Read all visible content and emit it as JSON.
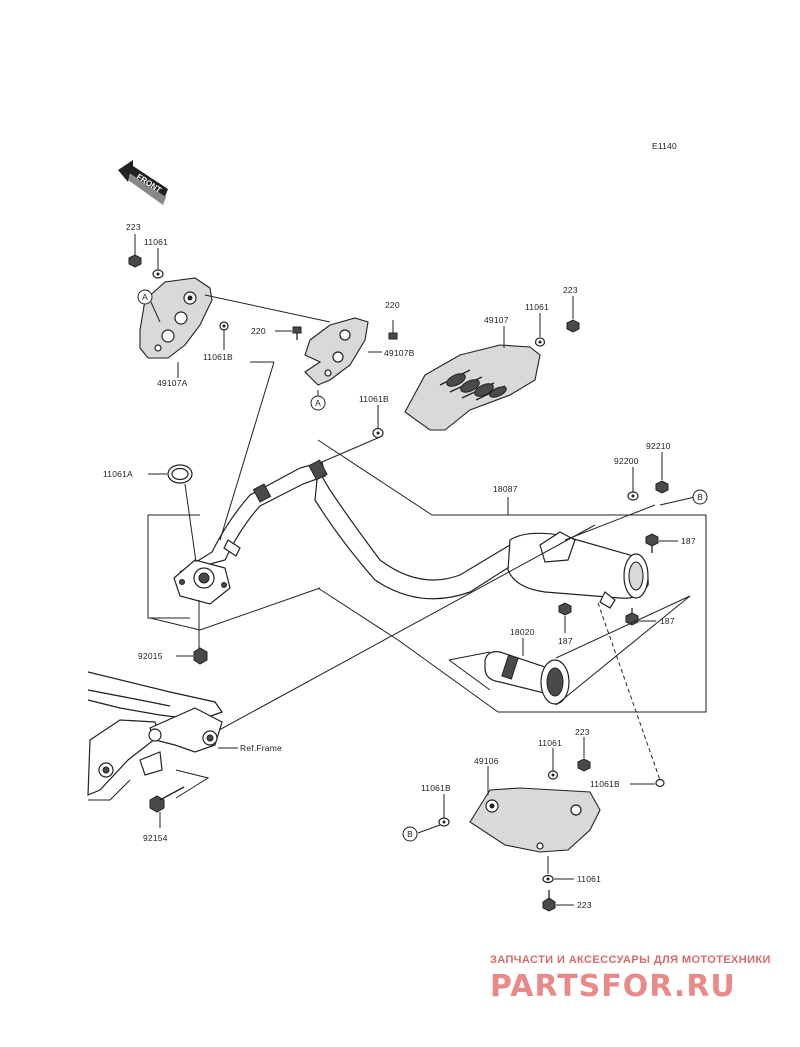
{
  "diagram_code": "E1140",
  "front_label": "FRONT",
  "labels": {
    "p223_a": "223",
    "p11061_a": "11061",
    "p220_a": "220",
    "p220_b": "220",
    "p11061_b": "11061",
    "p223_b": "223",
    "p49107": "49107",
    "p49107B": "49107B",
    "p11061B_a": "11061B",
    "p49107A": "49107A",
    "p11061B_b": "11061B",
    "p92210": "92210",
    "p92200": "92200",
    "p11061A": "11061A",
    "p18087": "18087",
    "p187_a": "187",
    "p187_b": "187",
    "p187_c": "187",
    "p18020": "18020",
    "p92015": "92015",
    "ref_frame": "Ref.Frame",
    "p11061_c": "11061",
    "p223_c": "223",
    "p49106": "49106",
    "p11061B_c": "11061B",
    "p11061B_d": "11061B",
    "p92154": "92154",
    "p11061_d": "11061",
    "p223_d": "223"
  },
  "callouts": {
    "A1": "A",
    "A2": "A",
    "B1": "B",
    "B2": "B"
  },
  "watermark": {
    "line1": "ЗАПЧАСТИ И АКСЕССУАРЫ ДЛЯ МОТОТЕХНИКИ",
    "line2": "PARTSFOR.RU"
  }
}
